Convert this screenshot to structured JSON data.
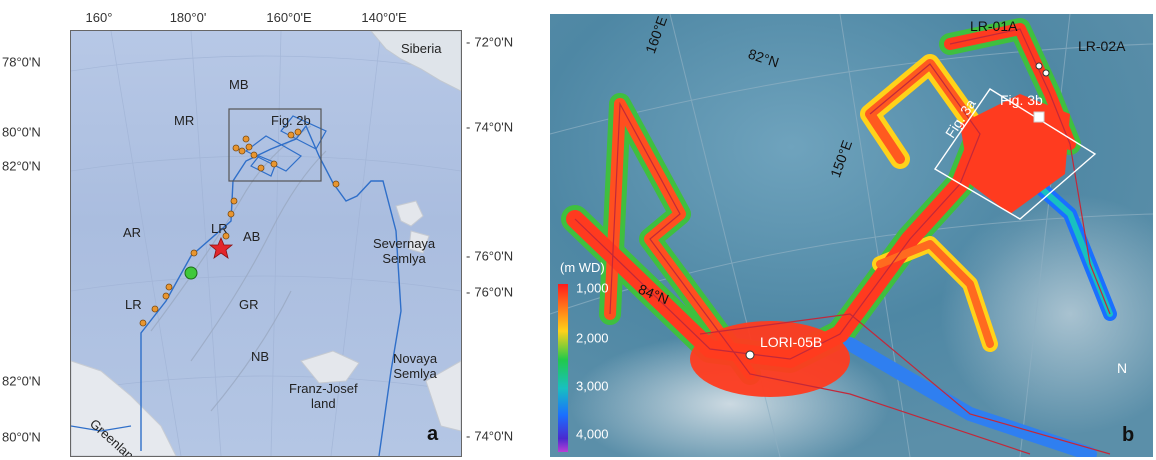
{
  "panel_a": {
    "letter": "a",
    "top_ticks": [
      "160°",
      "180°0'",
      "160°0'E",
      "140°0'E"
    ],
    "left_ticks": [
      "78°0'N",
      "80°0'N",
      "82°0'N",
      "82°0'N",
      "80°0'N"
    ],
    "right_ticks": [
      "72°0'N",
      "74°0'N",
      "76°0'N",
      "76°0'N",
      "74°0'N"
    ],
    "labels": {
      "siberia": "Siberia",
      "mb": "MB",
      "mr": "MR",
      "fig2b": "Fig. 2b",
      "ar": "AR",
      "lr_top": "LR",
      "ab": "AB",
      "severnaya": "Severnaya\nSemlya",
      "lr_bottom": "LR",
      "gr": "GR",
      "nb": "NB",
      "novaya": "Novaya\nSemlya",
      "franz": "Franz-Josef\nland",
      "greenland": "Greenland"
    },
    "colors": {
      "ocean": "#b3c5e3",
      "track": "#2f6fc9",
      "station": "#e9962f",
      "star": "#e3262b",
      "circle": "#3fc83a"
    }
  },
  "panel_b": {
    "letter": "b",
    "labels": {
      "lr01a": "LR-01A",
      "lr02a": "LR-02A",
      "lon160": "160°E",
      "lat82": "82°N",
      "lon150": "150°E",
      "fig3a": "Fig. 3a",
      "fig3b": "Fig. 3b",
      "lat84": "84°N",
      "lori05b": "LORI-05B",
      "north": "N"
    },
    "legend": {
      "title": "(m WD)",
      "ticks": [
        "1,000",
        "2,000",
        "3,000",
        "4,000"
      ]
    }
  }
}
